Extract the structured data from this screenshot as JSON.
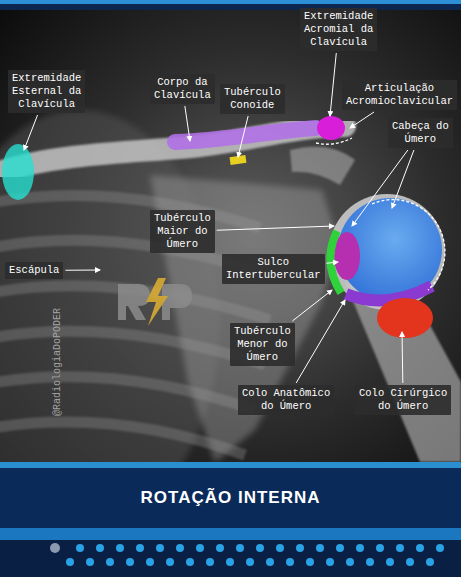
{
  "diagram": {
    "title": "ROTAÇÃO INTERNA",
    "nodes": [
      {
        "text": [
          "Extremidade Acromial da Clavícula"
        ]
      },
      {
        "text": [
          "Extremidade Esternal da Clavícula"
        ]
      },
      {
        "text": [
          "Corpo da Clavícula"
        ]
      },
      {
        "text": [
          "Articulação Acromioclavicular"
        ]
      },
      {
        "text": [
          "Tubérculo Conoide"
        ]
      },
      {
        "text": [
          "Cabeça do Úmero"
        ]
      },
      {
        "text": [
          "Tubérculo Maior do Úmero"
        ]
      },
      {
        "text": [
          "Sulco Intertubercular"
        ]
      },
      {
        "text": [
          "Escápula"
        ]
      },
      {
        "text": [
          "Tubérculo Menor do Úmero"
        ]
      },
      {
        "text": [
          "Colo Anatômico do Úmero"
        ]
      },
      {
        "text": [
          "Colo Cirúrgico do Úmero"
        ]
      }
    ],
    "labels": [
      "@RadiologiaDoPODER"
    ]
  }
}
